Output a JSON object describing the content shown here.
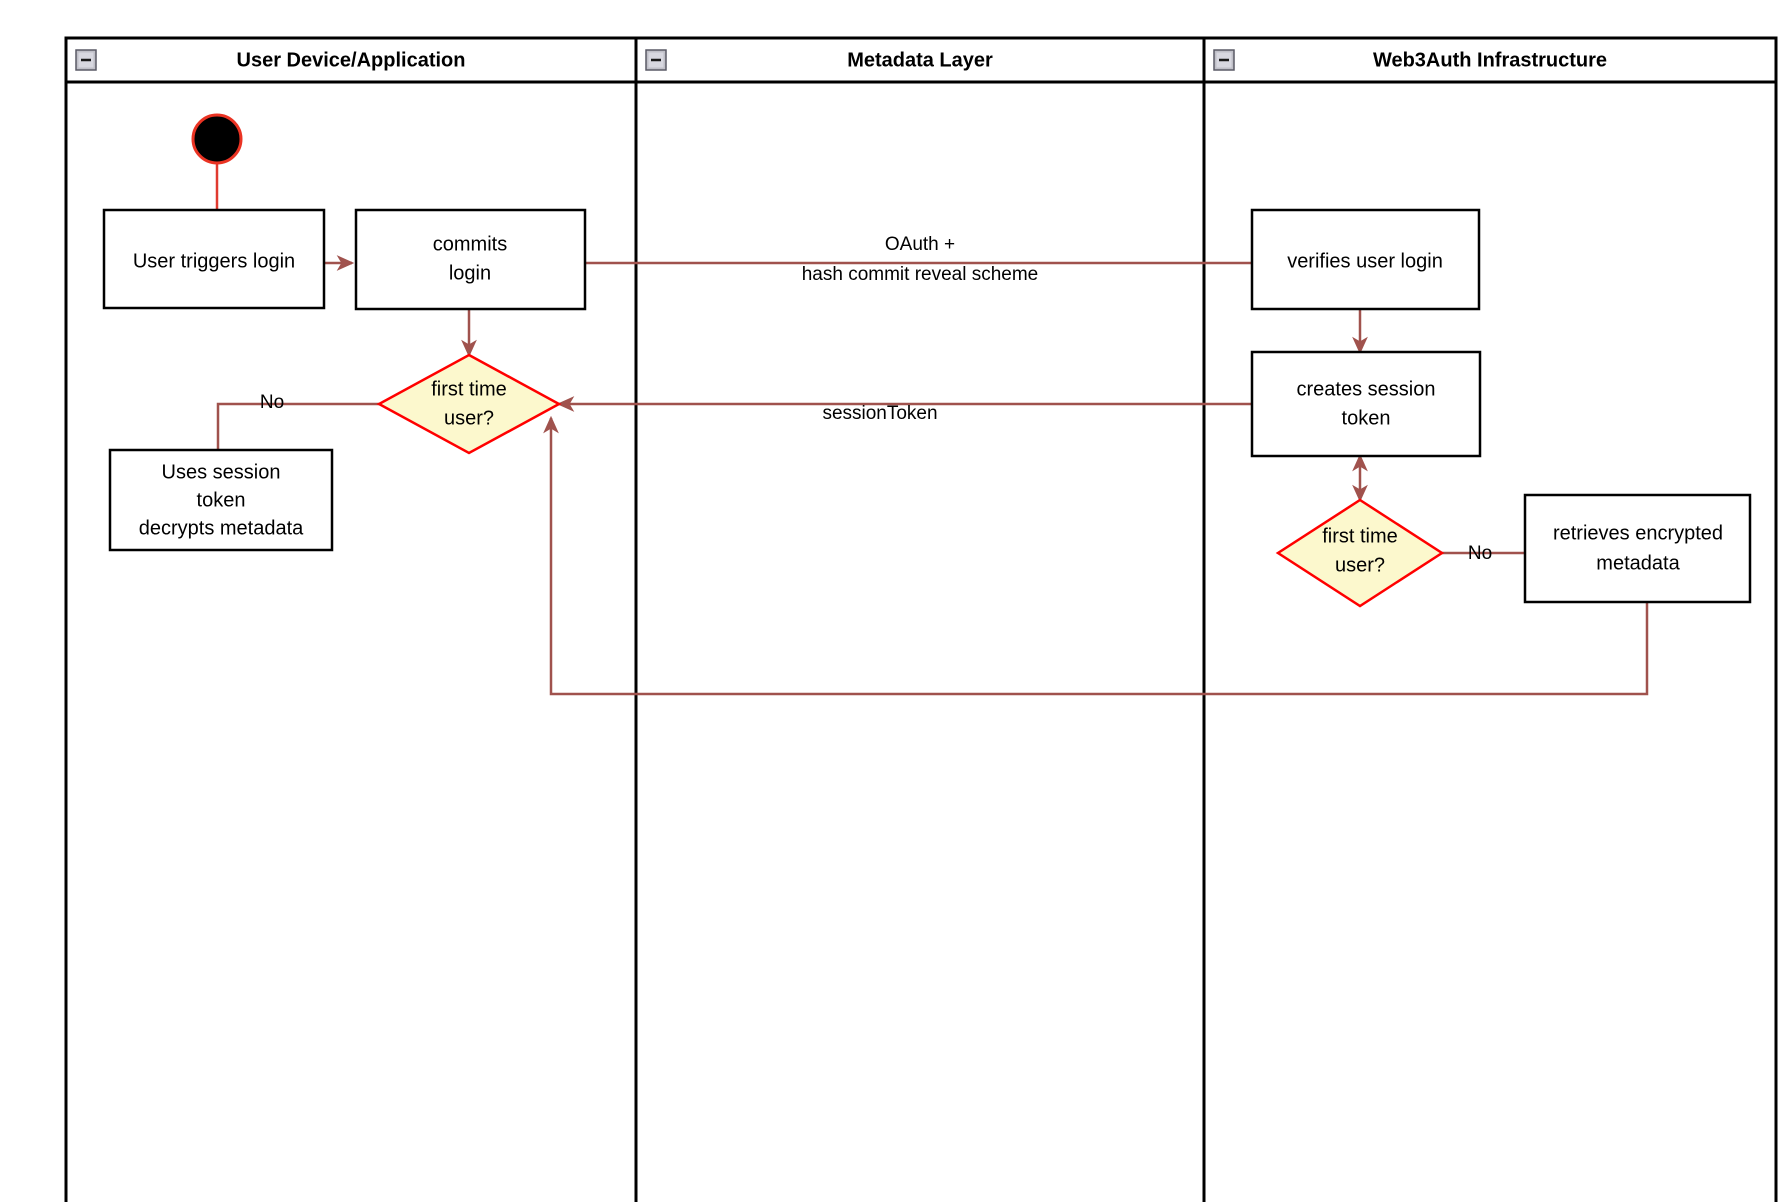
{
  "diagram": {
    "type": "uml-activity-swimlane",
    "title": "Web3Auth login activity diagram",
    "colors": {
      "lane_border": "#000000",
      "lane_fill": "#ffffff",
      "flow_line": "#a0524d",
      "decision_border": "#ff0000",
      "decision_fill": "#fcf8cd",
      "start_node_fill": "#000000",
      "start_node_border": "#ea3323",
      "node_border": "#000000",
      "node_fill": "#ffffff",
      "text": "#000000"
    },
    "lanes": [
      {
        "id": "lane-user-device",
        "title": "User Device/Application",
        "collapse_icon": "collapse-minus-icon"
      },
      {
        "id": "lane-metadata",
        "title": "Metadata Layer",
        "collapse_icon": "collapse-minus-icon"
      },
      {
        "id": "lane-web3auth",
        "title": "Web3Auth Infrastructure",
        "collapse_icon": "collapse-minus-icon"
      }
    ],
    "nodes": [
      {
        "id": "start",
        "type": "initial-node",
        "lane": "lane-user-device",
        "label": ""
      },
      {
        "id": "user-triggers-login",
        "type": "action",
        "lane": "lane-user-device",
        "lines": [
          "User triggers login"
        ]
      },
      {
        "id": "commits-login",
        "type": "action",
        "lane": "lane-user-device",
        "lines": [
          "commits",
          "login"
        ]
      },
      {
        "id": "first-time-user-left",
        "type": "decision",
        "lane": "lane-user-device",
        "lines": [
          "first time",
          "user?"
        ]
      },
      {
        "id": "uses-session-token",
        "type": "action",
        "lane": "lane-user-device",
        "lines": [
          "Uses session",
          "token",
          "decrypts metadata"
        ]
      },
      {
        "id": "verifies-user-login",
        "type": "action",
        "lane": "lane-web3auth",
        "lines": [
          "verifies user login"
        ]
      },
      {
        "id": "creates-session-token",
        "type": "action",
        "lane": "lane-web3auth",
        "lines": [
          "creates session",
          "token"
        ]
      },
      {
        "id": "first-time-user-right",
        "type": "decision",
        "lane": "lane-web3auth",
        "lines": [
          "first time",
          "user?"
        ]
      },
      {
        "id": "retrieves-encrypted-metadata",
        "type": "action",
        "lane": "lane-web3auth",
        "lines": [
          "retrieves encrypted",
          "metadata"
        ]
      }
    ],
    "edges": [
      {
        "id": "edge-start-to-trigger",
        "from": "start",
        "to": "user-triggers-login",
        "label": ""
      },
      {
        "id": "edge-trigger-to-commits",
        "from": "user-triggers-login",
        "to": "commits-login",
        "label": ""
      },
      {
        "id": "edge-commits-to-verifies",
        "from": "commits-login",
        "to": "verifies-user-login",
        "label_lines": [
          "OAuth +",
          "hash commit reveal scheme"
        ]
      },
      {
        "id": "edge-commits-to-decision",
        "from": "commits-login",
        "to": "first-time-user-left",
        "label": ""
      },
      {
        "id": "edge-decision-no-left",
        "from": "first-time-user-left",
        "to": "uses-session-token",
        "label": "No"
      },
      {
        "id": "edge-verifies-to-creates",
        "from": "verifies-user-login",
        "to": "creates-session-token",
        "label": ""
      },
      {
        "id": "edge-creates-to-decision",
        "from": "creates-session-token",
        "to": "first-time-user-right",
        "label": ""
      },
      {
        "id": "edge-session-token",
        "from": "creates-session-token",
        "to": "first-time-user-left",
        "label_lines": [
          "sessionToken"
        ]
      },
      {
        "id": "edge-decision-no-right",
        "from": "first-time-user-right",
        "to": "retrieves-encrypted-metadata",
        "label": "No"
      },
      {
        "id": "edge-retrieves-return",
        "from": "retrieves-encrypted-metadata",
        "to": "first-time-user-left",
        "label": ""
      }
    ],
    "labels": {
      "oauth_line1": "OAuth +",
      "oauth_line2": "hash commit reveal scheme",
      "session_token": "sessionToken",
      "no_left": "No",
      "no_right": "No"
    }
  }
}
